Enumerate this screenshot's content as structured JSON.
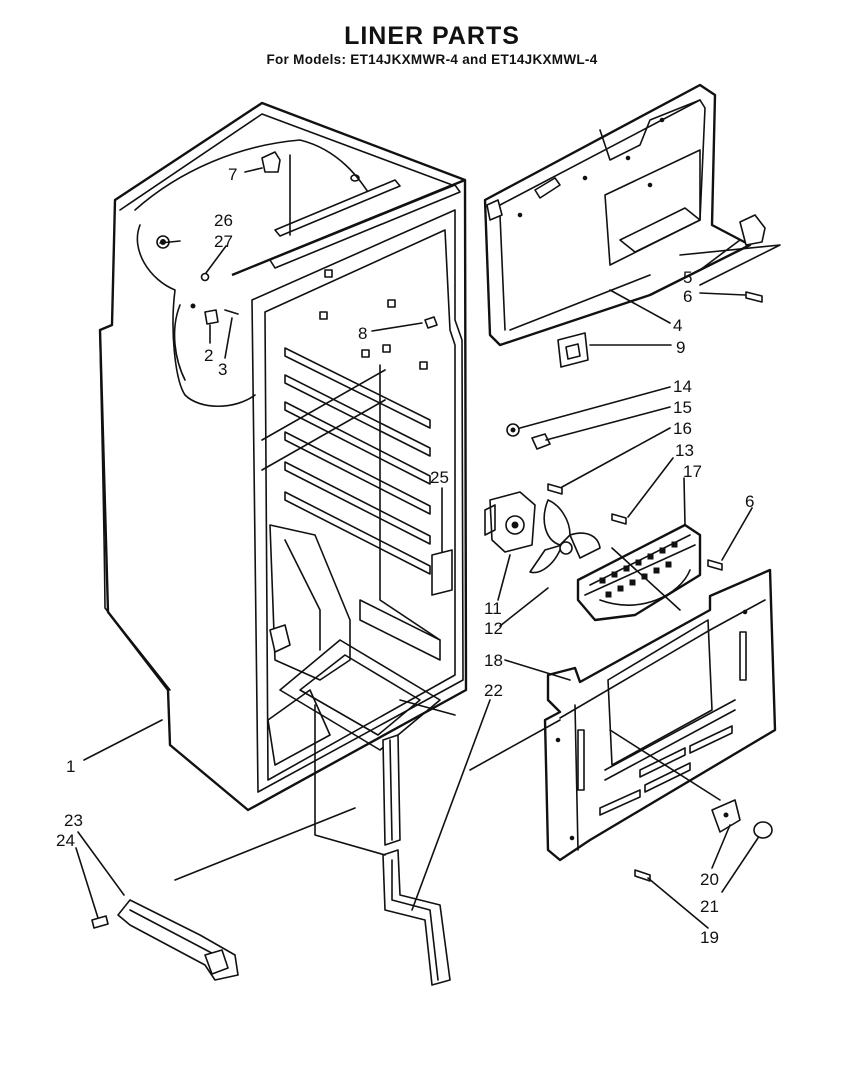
{
  "header": {
    "title": "LINER PARTS",
    "subtitle": "For Models: ET14JKXMWR-4 and ET14JKXMWL-4"
  },
  "callouts": [
    "1",
    "2",
    "3",
    "4",
    "5",
    "6",
    "6",
    "7",
    "8",
    "9",
    "11",
    "12",
    "13",
    "14",
    "15",
    "16",
    "17",
    "18",
    "19",
    "20",
    "21",
    "22",
    "23",
    "24",
    "25",
    "26",
    "27"
  ]
}
